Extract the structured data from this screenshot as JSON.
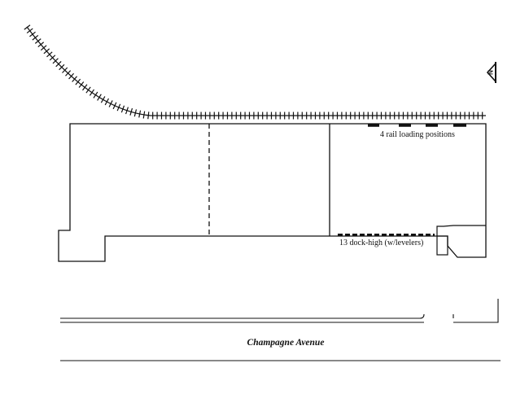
{
  "labels": {
    "rail_positions": "4 rail loading positions",
    "dock_high": "13 dock-high (w/levelers)",
    "street": "Champagne Avenue",
    "north": "N"
  },
  "counts": {
    "rail_loading_positions": 4,
    "dock_high_doors": 13
  }
}
